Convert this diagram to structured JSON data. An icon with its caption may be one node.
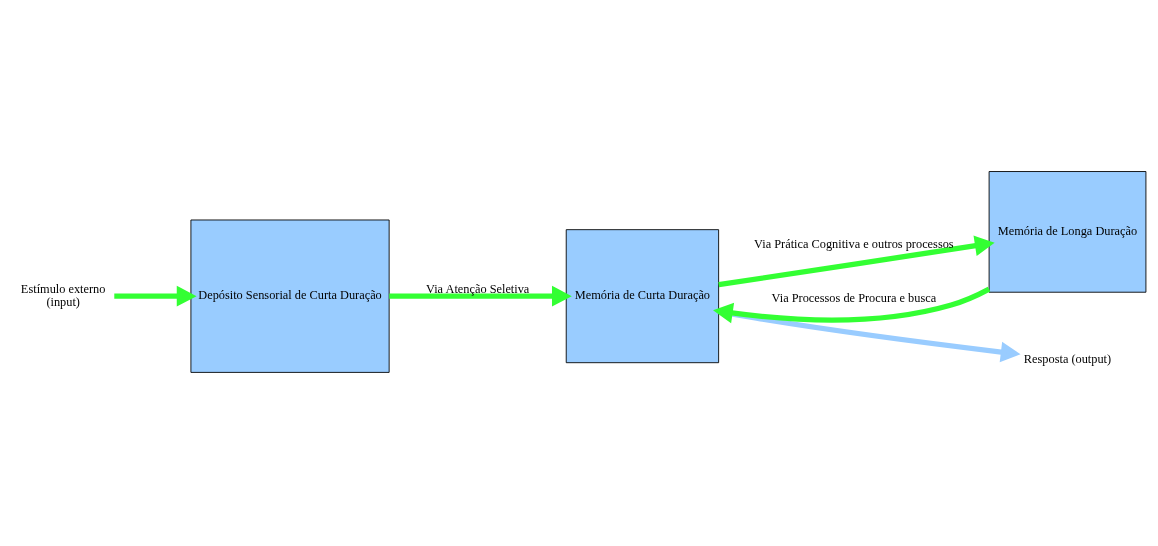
{
  "diagram": {
    "nodes": [
      {
        "text": [
          "Estímulo externo",
          "(input)"
        ]
      },
      {
        "text": [
          "Depósito Sensorial de Curta Duração"
        ]
      },
      {
        "text": [
          "Memória de Curta Duração"
        ]
      },
      {
        "text": [
          "Memória de Longa Duração"
        ]
      },
      {
        "text": [
          "Resposta (output)"
        ]
      }
    ],
    "edges": [
      {
        "from": 0,
        "to": 1,
        "arrow": "to"
      },
      {
        "from": 1,
        "to": 2,
        "arrow": "to",
        "label": "Via Atenção Seletiva"
      },
      {
        "from": 2,
        "to": 3,
        "arrow": "to",
        "label": "Via Prática Cognitiva e outros processos"
      },
      {
        "from": 3,
        "to": 2,
        "arrow": "to",
        "label": "Via Processos de Procura e busca"
      },
      {
        "from": 2,
        "to": 4,
        "arrow": "to",
        "color": "#99ccff"
      }
    ]
  }
}
